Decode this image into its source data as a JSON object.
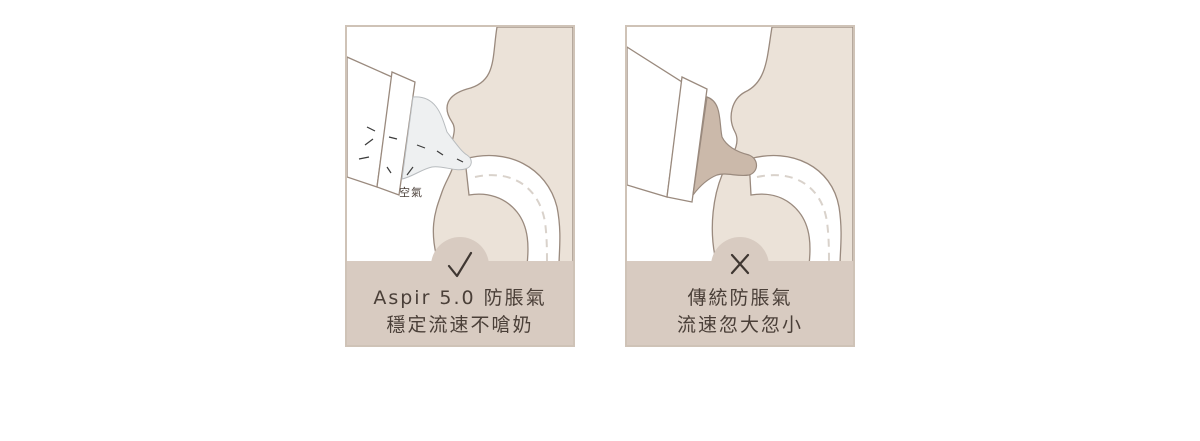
{
  "panels": [
    {
      "caption_line1": "Aspir 5.0 防脹氣",
      "caption_line2": "穩定流速不嗆奶",
      "annotation": "空氣",
      "badge_icon": "check-icon"
    },
    {
      "caption_line1": "傳統防脹氣",
      "caption_line2": "流速忽大忽小",
      "badge_icon": "cross-icon"
    }
  ],
  "colors": {
    "skin": "#ebe2d8",
    "outline": "#9a8a7e",
    "band": "#d8cbc1",
    "nipple_traditional": "#cbb9aa",
    "text": "#4a3f38"
  }
}
